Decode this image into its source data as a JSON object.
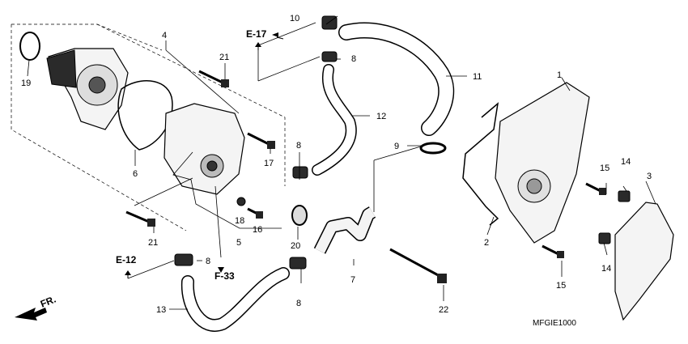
{
  "callouts": [
    {
      "id": "c1",
      "text": "1"
    },
    {
      "id": "c2",
      "text": "2"
    },
    {
      "id": "c3",
      "text": "3"
    },
    {
      "id": "c4",
      "text": "4"
    },
    {
      "id": "c5",
      "text": "5"
    },
    {
      "id": "c6",
      "text": "6"
    },
    {
      "id": "c7",
      "text": "7"
    },
    {
      "id": "c8a",
      "text": "8"
    },
    {
      "id": "c8b",
      "text": "8"
    },
    {
      "id": "c8c",
      "text": "8"
    },
    {
      "id": "c8d",
      "text": "8"
    },
    {
      "id": "c9",
      "text": "9"
    },
    {
      "id": "c10",
      "text": "10"
    },
    {
      "id": "c11",
      "text": "11"
    },
    {
      "id": "c12",
      "text": "12"
    },
    {
      "id": "c13",
      "text": "13"
    },
    {
      "id": "c14a",
      "text": "14"
    },
    {
      "id": "c14b",
      "text": "14"
    },
    {
      "id": "c15a",
      "text": "15"
    },
    {
      "id": "c15b",
      "text": "15"
    },
    {
      "id": "c16",
      "text": "16"
    },
    {
      "id": "c17",
      "text": "17"
    },
    {
      "id": "c18",
      "text": "18"
    },
    {
      "id": "c19",
      "text": "19"
    },
    {
      "id": "c20",
      "text": "20"
    },
    {
      "id": "c21a",
      "text": "21"
    },
    {
      "id": "c21b",
      "text": "21"
    },
    {
      "id": "c22",
      "text": "22"
    }
  ],
  "refs": {
    "e17": "E-17",
    "e12": "E-12",
    "f33": "F-33"
  },
  "direction": "FR.",
  "diagram_code": "MFGIE1000"
}
